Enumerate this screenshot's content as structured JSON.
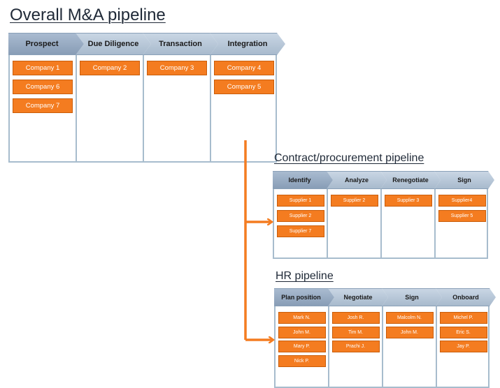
{
  "overall": {
    "title": "Overall M&A pipeline",
    "stages": [
      {
        "label": "Prospect",
        "cards": [
          "Company 1",
          "Company 6",
          "Company 7"
        ]
      },
      {
        "label": "Due Diligence",
        "cards": [
          "Company 2"
        ]
      },
      {
        "label": "Transaction",
        "cards": [
          "Company 3"
        ]
      },
      {
        "label": "Integration",
        "cards": [
          "Company 4",
          "Company 5"
        ]
      }
    ]
  },
  "procurement": {
    "title": "Contract/procurement pipeline",
    "stages": [
      {
        "label": "Identify",
        "cards": [
          "Supplier 1",
          "Supplier 2",
          "Supplier 7"
        ]
      },
      {
        "label": "Analyze",
        "cards": [
          "Supplier 2"
        ]
      },
      {
        "label": "Renegotiate",
        "cards": [
          "Supplier 3"
        ]
      },
      {
        "label": "Sign",
        "cards": [
          "Supplier4",
          "Supplier 5"
        ]
      }
    ]
  },
  "hr": {
    "title": "HR pipeline",
    "stages": [
      {
        "label": "Plan position",
        "cards": [
          "Mark N.",
          "John M.",
          "Mary P.",
          "Nick P."
        ]
      },
      {
        "label": "Negotiate",
        "cards": [
          "Josh R.",
          "Tim M.",
          "Prachi J."
        ]
      },
      {
        "label": "Sign",
        "cards": [
          "Malcolm N.",
          "John M."
        ]
      },
      {
        "label": "Onboard",
        "cards": [
          "Michel P.",
          "Eric S.",
          "Jay P."
        ]
      }
    ]
  },
  "colors": {
    "card": "#f47c20",
    "header": "#b8c8d9",
    "connector": "#f47c20"
  }
}
